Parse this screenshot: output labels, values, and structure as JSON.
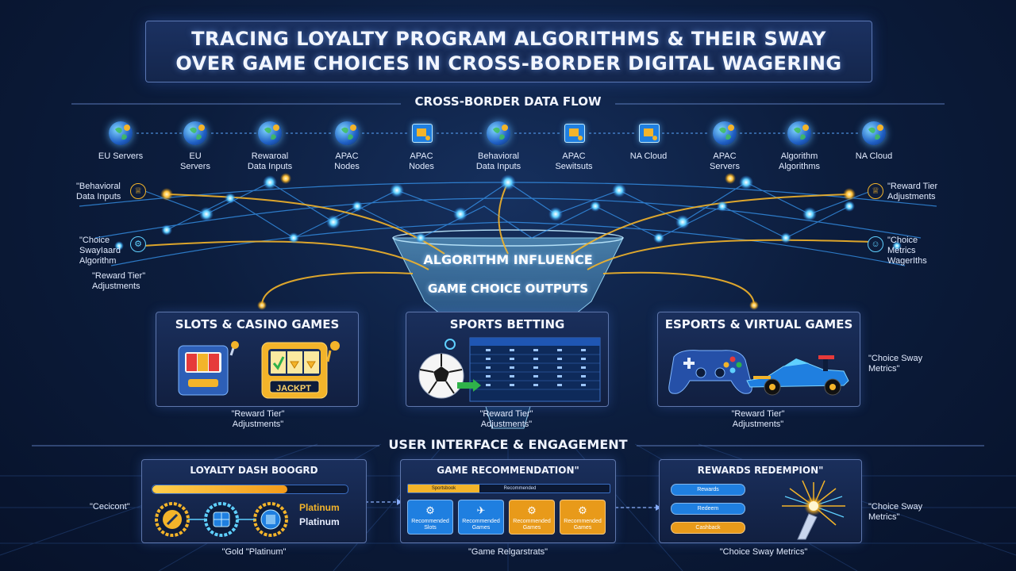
{
  "title": {
    "line1": "TRACING LOYALTY PROGRAM ALGORITHMS & THEIR SWAY",
    "line2": "OVER GAME CHOICES IN CROSS-BORDER DIGITAL WAGERING"
  },
  "data_flow": {
    "label": "CROSS-BORDER DATA FLOW",
    "nodes": [
      {
        "label": "EU Servers",
        "icon": "globe-icon"
      },
      {
        "label": "EU\nServers",
        "icon": "globe-icon"
      },
      {
        "label": "Rewaroal\nData Inputs",
        "icon": "globe-icon"
      },
      {
        "label": "APAC\nNodes",
        "icon": "globe-icon"
      },
      {
        "label": "APAC\nNodes",
        "icon": "server-box-icon"
      },
      {
        "label": "Behavioral\nData Inputs",
        "icon": "globe-icon"
      },
      {
        "label": "APAC\nSewitsuts",
        "icon": "server-box-icon"
      },
      {
        "label": "NA Cloud",
        "icon": "server-box-icon"
      },
      {
        "label": "APAC\nServers",
        "icon": "globe-icon"
      },
      {
        "label": "Algorithm\nAlgorithms",
        "icon": "globe-icon"
      },
      {
        "label": "NA Cloud",
        "icon": "globe-icon"
      }
    ],
    "left_labels": [
      {
        "text": "\"Behavioral\nData Inputs",
        "icon": "trophy-icon"
      },
      {
        "text": "\"Choice\nSwayIaard\nAlgorithm",
        "icon": "gear-icon"
      },
      {
        "text": "\"Reward Tier\"\nAdjustments",
        "icon": ""
      }
    ],
    "right_labels": [
      {
        "text": "\"Reward Tier\nAdjustments",
        "icon": "trophy-icon"
      },
      {
        "text": "\"Choice\nMetrics\nWagerIths",
        "icon": "user-icon"
      }
    ]
  },
  "funnel": {
    "line1": "ALGORITHM INFLUENCE",
    "line2": "GAME CHOICE OUTPUTS"
  },
  "categories": [
    {
      "title": "SLOTS & CASINO GAMES",
      "caption": "\"Reward Tier\"\nAdjustments\"",
      "jackpot": "JACKPT"
    },
    {
      "title": "SPORTS BETTING",
      "caption": "\"Reward Tier\"\nAdjustments\""
    },
    {
      "title": "ESPORTS & VIRTUAL GAMES",
      "caption": "\"Reward Tier\"\nAdjustments\""
    }
  ],
  "esports_side_label": "\"Choice Sway\nMetrics\"",
  "ui": {
    "label": "USER INTERFACE & ENGAGEMENT",
    "loyalty": {
      "title": "LOYALTY DASH BOOGRD",
      "left_label": "\"Cecicont\"",
      "tier1": "Platinum",
      "tier2": "Platinum",
      "caption": "\"Gold \"Platinum\"",
      "progress": 0.69
    },
    "recommendation": {
      "title": "GAME RECOMMENDATION\"",
      "caption": "\"Game Relgarstrats\"",
      "tab1": "Sportsbook",
      "tab2": "Recommended",
      "tiles": [
        {
          "label": "Recommended\nSlots",
          "icon": "gear-icon",
          "color": "#1f7fe0"
        },
        {
          "label": "Recommended\nGames",
          "icon": "paper-plane-icon",
          "color": "#1f7fe0"
        },
        {
          "label": "Recommended\nGames",
          "icon": "gear-icon",
          "color": "#e89a1a"
        },
        {
          "label": "Recommended\nGames",
          "icon": "gear-icon",
          "color": "#e89a1a"
        }
      ]
    },
    "rewards": {
      "title": "REWARDS REDEMPION\"",
      "caption": "\"Choice Sway Metrics\"",
      "right_label": "\"Choice Sway\nMetrics\"",
      "buttons": [
        {
          "label": "Rewards",
          "color": "#1f7fe0"
        },
        {
          "label": "Redeem",
          "color": "#1f7fe0"
        },
        {
          "label": "Cashback",
          "color": "#e89a1a"
        }
      ]
    }
  },
  "colors": {
    "accent_blue": "#3fb6ff",
    "accent_gold": "#f3b42a",
    "panel_border": "#5e76ab"
  }
}
